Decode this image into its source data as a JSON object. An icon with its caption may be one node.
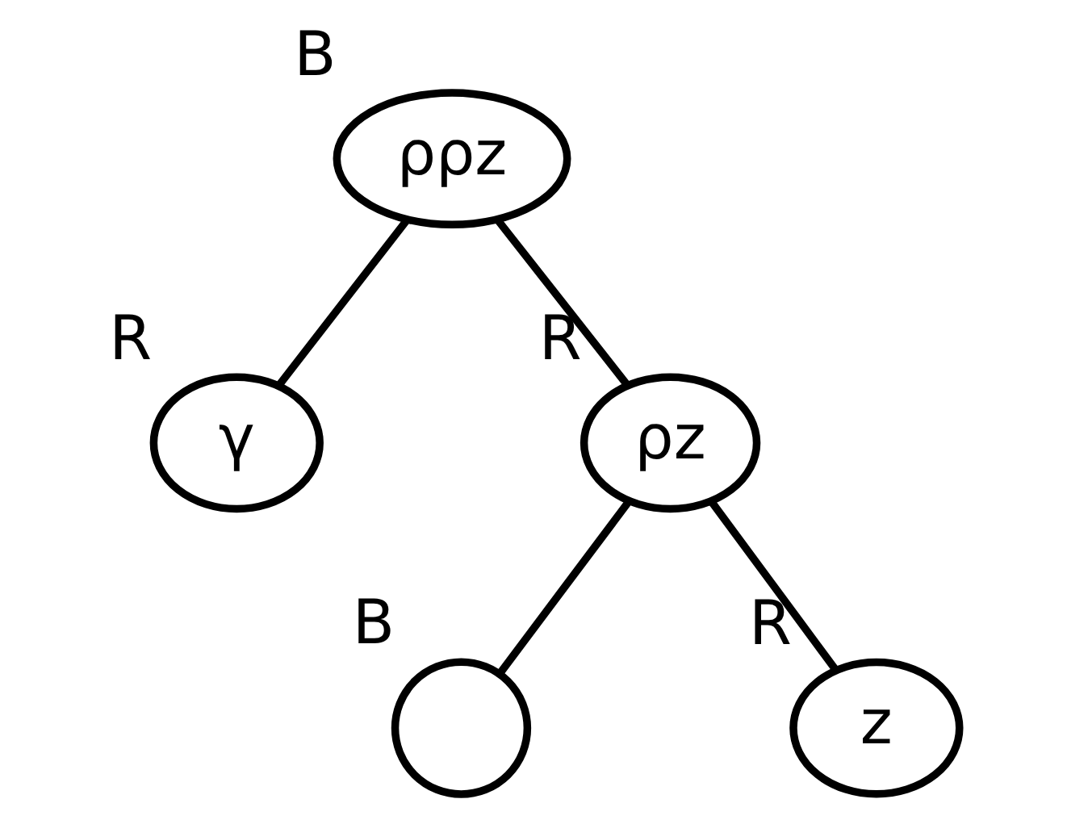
{
  "diagram": {
    "nodes": [
      {
        "text": [
          "ρρz"
        ],
        "beside": [
          "B"
        ]
      },
      {
        "text": [
          "γ"
        ],
        "beside": [
          "R"
        ]
      },
      {
        "text": [
          "ρz"
        ],
        "beside": [
          "R"
        ]
      },
      {
        "text": [],
        "shape": "circle",
        "beside": [
          "B"
        ]
      },
      {
        "text": [
          "z"
        ],
        "beside": [
          "R"
        ]
      }
    ],
    "edges": [
      {
        "from": 0,
        "to": 1,
        "arrow": "none"
      },
      {
        "from": 0,
        "to": 2,
        "arrow": "none"
      },
      {
        "from": 2,
        "to": 3,
        "arrow": "none"
      },
      {
        "from": 2,
        "to": 4,
        "arrow": "none"
      }
    ]
  }
}
